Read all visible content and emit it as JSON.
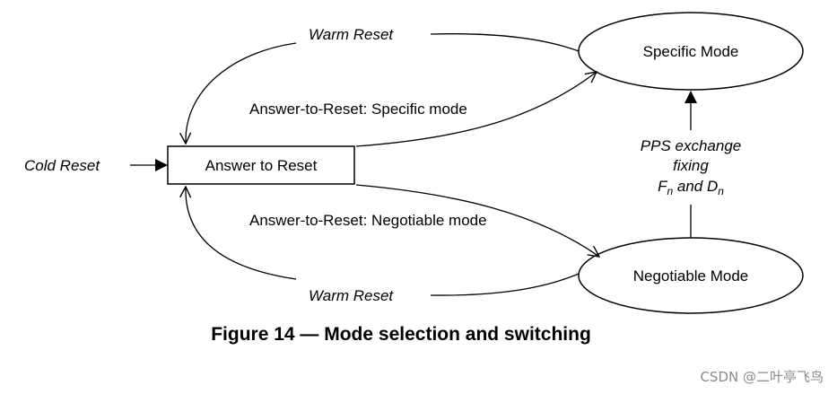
{
  "diagram": {
    "nodes": {
      "answer_to_reset": "Answer to Reset",
      "specific_mode": "Specific Mode",
      "negotiable_mode": "Negotiable Mode"
    },
    "labels": {
      "cold_reset": "Cold Reset",
      "warm_reset_top": "Warm Reset",
      "warm_reset_bottom": "Warm Reset",
      "atr_specific": "Answer-to-Reset:  Specific mode",
      "atr_negotiable": "Answer-to-Reset:  Negotiable mode",
      "pps_line1": "PPS exchange",
      "pps_line2": "fixing",
      "pps_F": "F",
      "pps_n1": "n",
      "pps_and": " and ",
      "pps_D": "D",
      "pps_n2": "n"
    },
    "edges": [
      {
        "from": "Cold Reset",
        "to": "Answer to Reset"
      },
      {
        "from": "Specific Mode",
        "to": "Answer to Reset",
        "label": "Warm Reset"
      },
      {
        "from": "Answer to Reset",
        "to": "Specific Mode",
        "label": "Answer-to-Reset:  Specific mode"
      },
      {
        "from": "Answer to Reset",
        "to": "Negotiable Mode",
        "label": "Answer-to-Reset:  Negotiable mode"
      },
      {
        "from": "Negotiable Mode",
        "to": "Answer to Reset",
        "label": "Warm Reset"
      },
      {
        "from": "Negotiable Mode",
        "to": "Specific Mode",
        "label": "PPS exchange fixing Fn and Dn"
      }
    ]
  },
  "caption": "Figure 14 — Mode selection and switching",
  "watermark": "CSDN @二叶亭飞鸟"
}
